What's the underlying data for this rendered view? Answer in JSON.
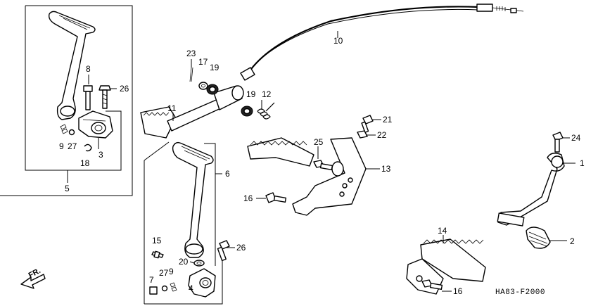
{
  "callouts": {
    "c1": "1",
    "c2": "2",
    "c3": "3",
    "c4": "4",
    "c5": "5",
    "c6": "6",
    "c7": "7",
    "c8": "8",
    "c9a": "9",
    "c9b": "9",
    "c10": "10",
    "c11": "11",
    "c12": "12",
    "c13": "13",
    "c14": "14",
    "c15": "15",
    "c16a": "16",
    "c16b": "16",
    "c17": "17",
    "c18": "18",
    "c19a": "19",
    "c19b": "19",
    "c20": "20",
    "c21": "21",
    "c22": "22",
    "c23": "23",
    "c24": "24",
    "c25": "25",
    "c26a": "26",
    "c26b": "26",
    "c27a": "27",
    "c27b": "27"
  },
  "diagram_code": "HA83-F2000",
  "front_marker": "FR."
}
